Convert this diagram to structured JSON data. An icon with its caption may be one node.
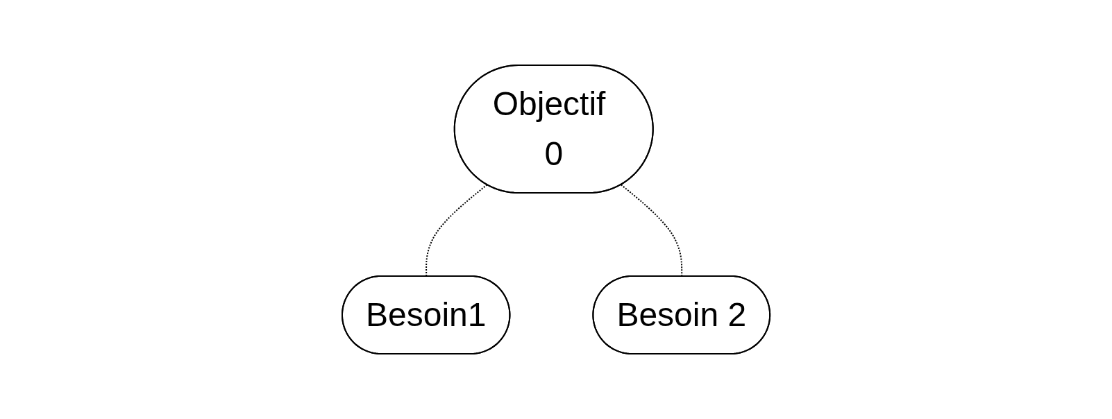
{
  "diagram": {
    "nodes": [
      {
        "text": [
          "Objectif 0"
        ]
      },
      {
        "text": [
          "Besoin1"
        ]
      },
      {
        "text": [
          "Besoin 2"
        ]
      }
    ],
    "edges": [
      {
        "from": 0,
        "to": 1,
        "arrow": "none",
        "style": "dashed"
      },
      {
        "from": 0,
        "to": 2,
        "arrow": "none",
        "style": "dashed"
      }
    ]
  }
}
